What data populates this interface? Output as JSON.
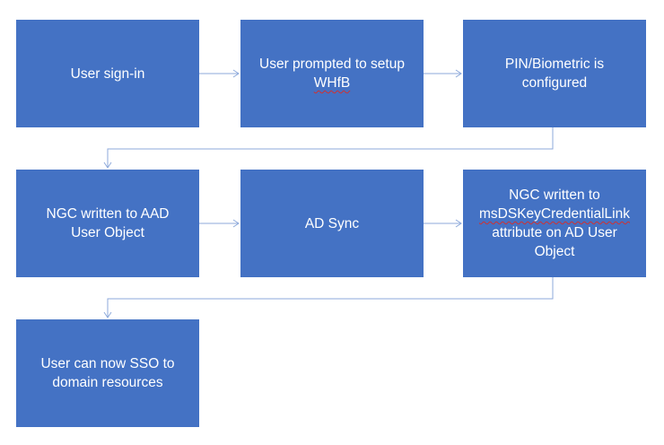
{
  "steps": [
    {
      "id": "user-sign-in",
      "line1": "User sign-in"
    },
    {
      "id": "user-prompted",
      "line1": "User prompted to setup",
      "line2": "WHfB"
    },
    {
      "id": "pin-biometric",
      "line1": "PIN/Biometric is",
      "line2": "configured"
    },
    {
      "id": "ngc-written-aad",
      "line1": "NGC written to AAD",
      "line2": "User Object"
    },
    {
      "id": "ad-sync",
      "line1": "AD Sync"
    },
    {
      "id": "ngc-written-ad",
      "line1": "NGC written to",
      "line2": "msDSKeyCredentialLink",
      "line3": "attribute on AD User",
      "line4": "Object"
    },
    {
      "id": "user-sso",
      "line1": "User can now SSO to",
      "line2": "domain resources"
    }
  ],
  "colors": {
    "box_fill": "#4472c4",
    "box_text": "#ffffff",
    "connector": "#8eaadb",
    "spellcheck_underline": "#d03030"
  }
}
